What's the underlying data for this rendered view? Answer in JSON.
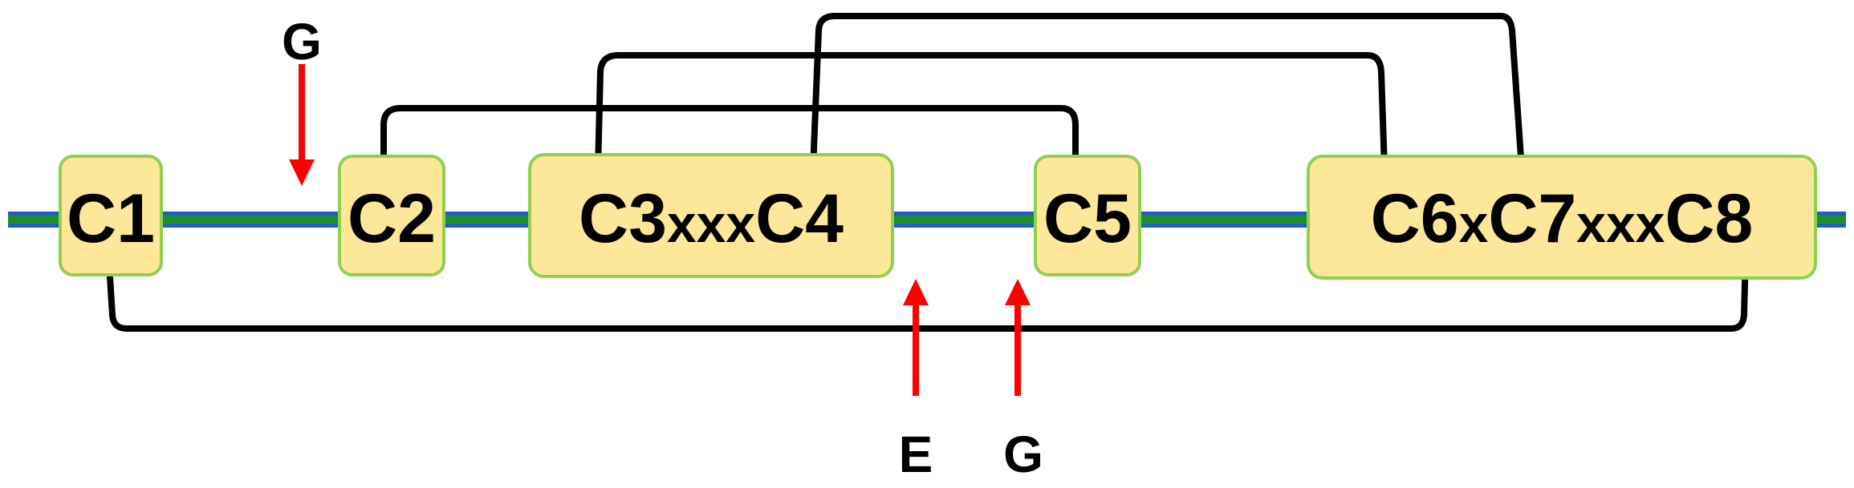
{
  "colors": {
    "strand_blue": "#1f5fbf",
    "strand_green": "#1e8f2e",
    "box_fill": "#fde89a",
    "box_border": "#8fd14f",
    "bond": "#000000",
    "arrow": "#ff0000"
  },
  "boxes": [
    {
      "id": "c1",
      "parts": [
        {
          "t": "C1",
          "size": "big"
        }
      ]
    },
    {
      "id": "c2",
      "parts": [
        {
          "t": "C2",
          "size": "big"
        }
      ]
    },
    {
      "id": "c3c4",
      "parts": [
        {
          "t": "C3",
          "size": "big"
        },
        {
          "t": "xxx",
          "size": "small"
        },
        {
          "t": "C4",
          "size": "big"
        }
      ]
    },
    {
      "id": "c5",
      "parts": [
        {
          "t": "C5",
          "size": "big"
        }
      ]
    },
    {
      "id": "c6c8",
      "parts": [
        {
          "t": "C6",
          "size": "big"
        },
        {
          "t": "x",
          "size": "small"
        },
        {
          "t": "C7",
          "size": "big"
        },
        {
          "t": "xxx",
          "size": "small"
        },
        {
          "t": "C8",
          "size": "big"
        }
      ]
    }
  ],
  "disulfide_bonds": [
    [
      "C1",
      "C8"
    ],
    [
      "C2",
      "C5"
    ],
    [
      "C3",
      "C6"
    ],
    [
      "C4",
      "C7"
    ]
  ],
  "arrows": [
    {
      "label": "G",
      "direction": "down"
    },
    {
      "label": "E",
      "direction": "up"
    },
    {
      "label": "G",
      "direction": "up"
    }
  ]
}
